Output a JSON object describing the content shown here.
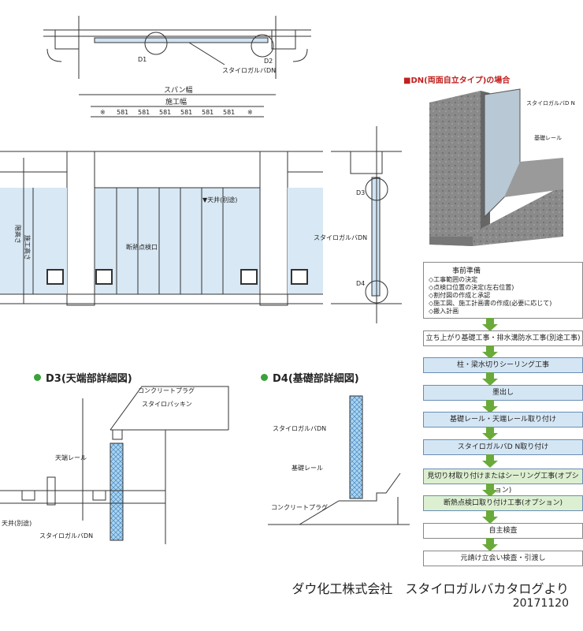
{
  "top_plan": {
    "d1": "D1",
    "d2": "D2",
    "label": "スタイロガルバDN"
  },
  "elevation": {
    "span_label": "スパン幅",
    "work_label": "施工幅",
    "dims": [
      "※",
      "581",
      "581",
      "581",
      "581",
      "581",
      "581",
      "※"
    ],
    "ceiling": "▼天井(別途)",
    "inspection": "断熱点検口",
    "height_label": "階高さ",
    "work_height": "施工高さ"
  },
  "section": {
    "d3": "D3",
    "d4": "D4",
    "label": "スタイロガルバDN"
  },
  "dn": {
    "title": "■DN(両面自立タイプ)の場合",
    "panel": "スタイロガルバD N",
    "rail": "基礎レール"
  },
  "d3": {
    "title": "D3(天端部詳細図)",
    "plug": "コンクリートプラグ",
    "packing": "スタイロパッキン",
    "top_rail": "天端レール",
    "ceiling": "天井(別途)",
    "panel": "スタイロガルバDN"
  },
  "d4": {
    "title": "D4(基礎部詳細図)",
    "panel": "スタイロガルバDN",
    "rail": "基礎レール",
    "plug": "コンクリートプラグ"
  },
  "flow": {
    "prep_title": "事前準備",
    "prep_items": [
      "◇工事範囲の決定",
      "◇点検口位置の決定(左右位置)",
      "◇割付図の作成と承認",
      "◇施工図、施工計画書の作成(必要に応じて)",
      "◇搬入計画"
    ],
    "steps": [
      "立ち上がり基礎工事・排水溝防水工事(別途工事)",
      "柱・梁水切りシーリング工事",
      "墨出し",
      "基礎レール・天端レール取り付け",
      "スタイロガルバD N取り付け",
      "見切り材取り付けまたはシーリング工事(オプション)",
      "断熱点検口取り付け工事(オプション)",
      "自主検査",
      "元請け立会い検査・引渡し"
    ]
  },
  "credit": {
    "line1": "ダウ化工株式会社　スタイロガルバカタログより",
    "line2": "20171120"
  }
}
